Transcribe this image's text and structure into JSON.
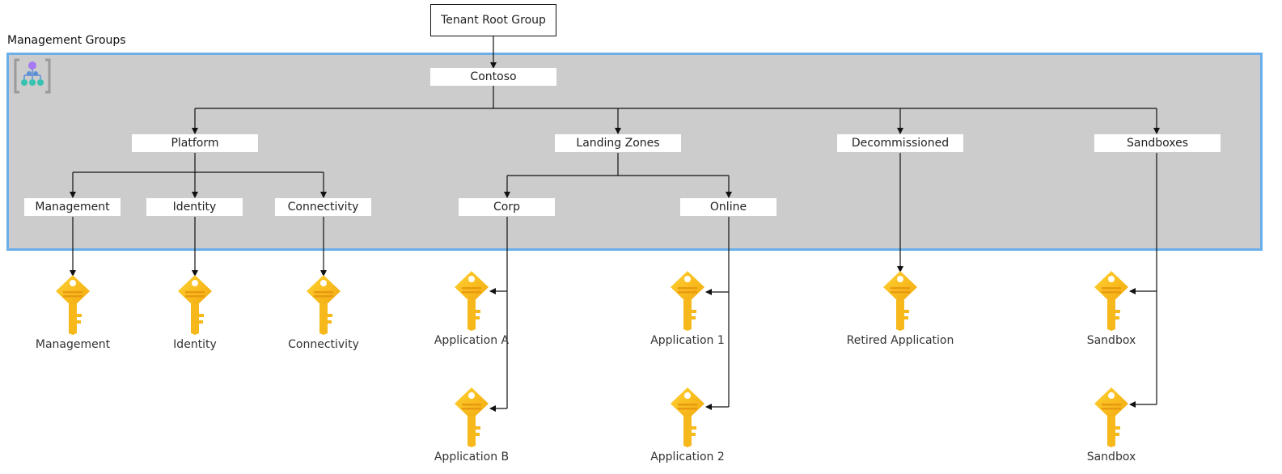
{
  "diagram": {
    "group_title": "Management Groups",
    "root": "Tenant Root Group",
    "top_group": "Contoso",
    "level1": {
      "platform": "Platform",
      "landing_zones": "Landing Zones",
      "decommissioned": "Decommissioned",
      "sandboxes": "Sandboxes"
    },
    "level2": {
      "management": "Management",
      "identity": "Identity",
      "connectivity": "Connectivity",
      "corp": "Corp",
      "online": "Online"
    },
    "subscriptions": {
      "management": "Management",
      "identity": "Identity",
      "connectivity": "Connectivity",
      "application_a": "Application A",
      "application_b": "Application B",
      "application_1": "Application 1",
      "application_2": "Application 2",
      "retired_application": "Retired Application",
      "sandbox_1": "Sandbox",
      "sandbox_2": "Sandbox"
    }
  },
  "colors": {
    "group_fill": "#cccccc",
    "group_border": "#6aaeea",
    "key_gold": "#f8c41a",
    "key_orange": "#f0a30a"
  },
  "icons": {
    "management_group": "management-group-icon",
    "subscription": "subscription-key-icon"
  }
}
